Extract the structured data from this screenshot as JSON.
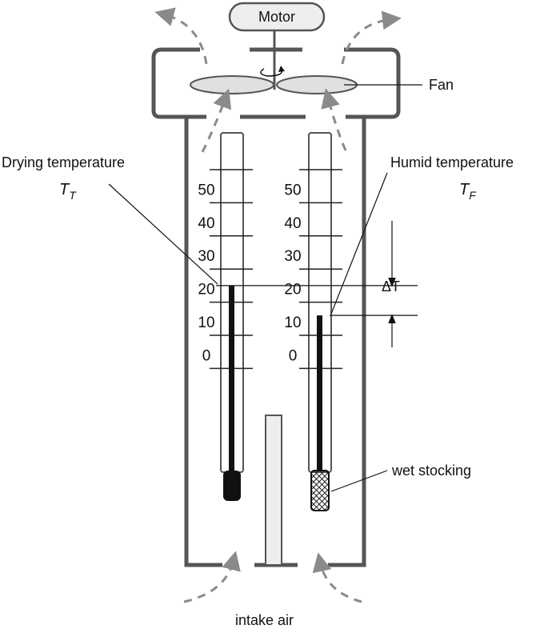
{
  "labels": {
    "motor": "Motor",
    "fan": "Fan",
    "drying": "Drying temperature",
    "drying_symbol": "T",
    "drying_symbol_sub": "T",
    "humid": "Humid temperature",
    "humid_symbol": "T",
    "humid_symbol_sub": "F",
    "delta": "ΔT",
    "wet_stocking": "wet stocking",
    "intake_air": "intake air"
  },
  "scale_ticks": [
    "50",
    "40",
    "30",
    "20",
    "10",
    "0"
  ],
  "readings": {
    "dry_level": 25,
    "wet_level": 16
  },
  "colors": {
    "housing": "#555555",
    "airflow": "#8a8a8a",
    "fan_fill": "#e0e0e0",
    "column": "#111111",
    "motor_fill": "#eeeeee"
  }
}
